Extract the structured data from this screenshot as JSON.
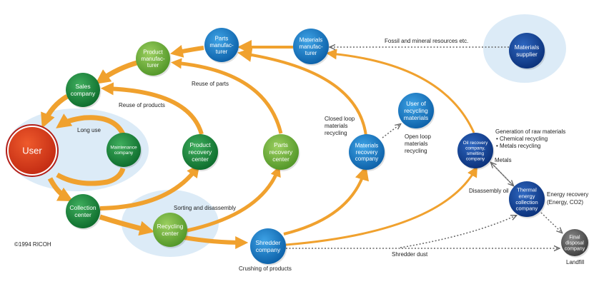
{
  "diagram": {
    "title": "Comet Circle recycling concept",
    "copyright": "©1994 RICOH",
    "colors": {
      "arrow": "#f0a12e",
      "halo": "#dcebf7",
      "green_dark": "#15853a",
      "green_light": "#74b13a",
      "blue": "#1577c4",
      "navy": "#123f92",
      "red": "#d9381b",
      "gray": "#555555",
      "dotted": "#666666"
    },
    "nodes": [
      {
        "id": "user",
        "lines": [
          "User"
        ],
        "color": "red"
      },
      {
        "id": "maintenance",
        "lines": [
          "Maintenance",
          "company"
        ],
        "color": "green_dark"
      },
      {
        "id": "sales",
        "lines": [
          "Sales",
          "company"
        ],
        "color": "green_dark"
      },
      {
        "id": "product_mfr",
        "lines": [
          "Product",
          "manufac-",
          "turer"
        ],
        "color": "green_light"
      },
      {
        "id": "parts_mfr",
        "lines": [
          "Parts",
          "manufac-",
          "turer"
        ],
        "color": "blue"
      },
      {
        "id": "materials_mfr",
        "lines": [
          "Materials",
          "manufac-",
          "turer"
        ],
        "color": "blue"
      },
      {
        "id": "materials_supplier",
        "lines": [
          "Materials",
          "supplier"
        ],
        "color": "navy"
      },
      {
        "id": "collection",
        "lines": [
          "Collection",
          "center"
        ],
        "color": "green_dark"
      },
      {
        "id": "product_recovery",
        "lines": [
          "Product",
          "recovery",
          "center"
        ],
        "color": "green_dark"
      },
      {
        "id": "recycling",
        "lines": [
          "Recycling",
          "center"
        ],
        "color": "green_light"
      },
      {
        "id": "parts_recovery",
        "lines": [
          "Parts",
          "recovery",
          "center"
        ],
        "color": "green_light"
      },
      {
        "id": "shredder",
        "lines": [
          "Shredder",
          "company"
        ],
        "color": "blue"
      },
      {
        "id": "materials_recovery",
        "lines": [
          "Materials",
          "recovery",
          "company"
        ],
        "color": "blue"
      },
      {
        "id": "user_recycling",
        "lines": [
          "User of",
          "recycling",
          "materials"
        ],
        "color": "blue"
      },
      {
        "id": "oil_recovery",
        "lines": [
          "Oil recovery",
          "company,",
          "smelting",
          "company"
        ],
        "color": "navy"
      },
      {
        "id": "thermal",
        "lines": [
          "Thermal",
          "energy",
          "collection",
          "company"
        ],
        "color": "navy"
      },
      {
        "id": "final_disposal",
        "lines": [
          "Final",
          "disposal",
          "company"
        ],
        "color": "gray"
      }
    ],
    "labels": {
      "long_use": "Long use",
      "reuse_products": "Reuse of products",
      "reuse_parts": "Reuse of parts",
      "fossil": "Fossil and mineral resources etc.",
      "closed_loop": [
        "Closed loop",
        "materials",
        "recycling"
      ],
      "open_loop": [
        "Open loop",
        "materials",
        "recycling"
      ],
      "generation": [
        "Generation of raw materials",
        "• Chemical recycling",
        "• Metals recycling"
      ],
      "metals": "Metals",
      "disassembly_oil": "Disassembly oil",
      "energy_recovery": [
        "Energy recovery",
        "(Energy, CO2)"
      ],
      "sorting": "Sorting and disassembly",
      "crushing": "Crushing of products",
      "shredder_dust": "Shredder dust",
      "landfill": "Landfill"
    }
  }
}
